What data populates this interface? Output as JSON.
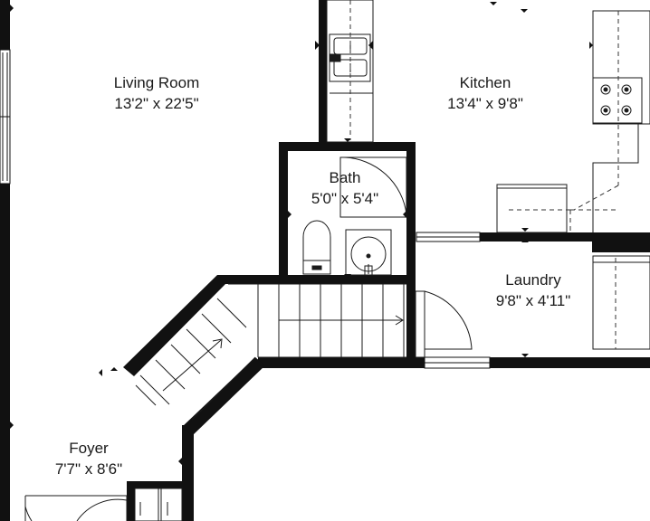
{
  "plan": {
    "rooms": [
      {
        "id": "living-room",
        "name": "Living Room",
        "dimensions": "13'2\" x 22'5\""
      },
      {
        "id": "kitchen",
        "name": "Kitchen",
        "dimensions": "13'4\" x 9'8\""
      },
      {
        "id": "bath",
        "name": "Bath",
        "dimensions": "5'0\" x 5'4\""
      },
      {
        "id": "laundry",
        "name": "Laundry",
        "dimensions": "9'8\" x 4'11\""
      },
      {
        "id": "foyer",
        "name": "Foyer",
        "dimensions": "7'7\" x 8'6\""
      }
    ],
    "colors": {
      "wall": "#111111",
      "fixture": "#1a1a1a",
      "dashed": "#333333",
      "background": "#ffffff"
    }
  }
}
